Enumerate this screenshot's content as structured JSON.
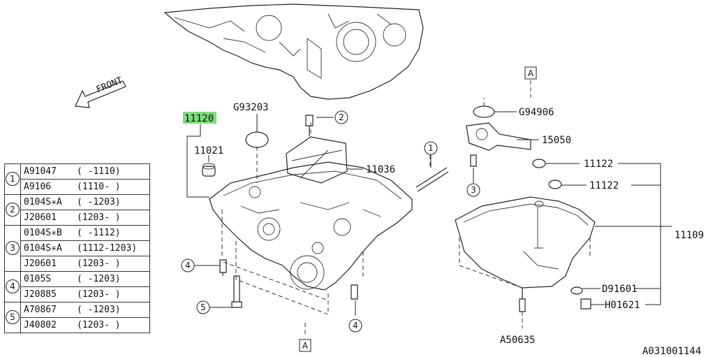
{
  "front_label": "FRONT",
  "highlight_color": "#7ddc7d",
  "callouts": {
    "p11120": "11120",
    "p11021": "11021",
    "g93203": "G93203",
    "p11036": "11036",
    "g94906": "G94906",
    "p15050": "15050",
    "p11122a": "11122",
    "p11122b": "11122",
    "p11109": "11109",
    "d91601": "D91601",
    "h01621": "H01621",
    "a50635": "A50635",
    "ref_a": "A",
    "n1": "1",
    "n2": "2",
    "n3": "3",
    "n4": "4",
    "n5": "5"
  },
  "image_code": "A031001144",
  "legend": [
    {
      "num": "1",
      "rows": [
        {
          "code": "A91047",
          "range": "( -1110)"
        },
        {
          "code": "A9106",
          "range": "(1110- )"
        }
      ]
    },
    {
      "num": "2",
      "rows": [
        {
          "code": "0104S✳A",
          "range": "( -1203)"
        },
        {
          "code": "J20601",
          "range": "(1203- )"
        }
      ]
    },
    {
      "num": "3",
      "rows": [
        {
          "code": "0104S✳B",
          "range": "( -1112)"
        },
        {
          "code": "0104S✳A",
          "range": "(1112-1203)"
        },
        {
          "code": "J20601",
          "range": "(1203- )"
        }
      ]
    },
    {
      "num": "4",
      "rows": [
        {
          "code": "0105S",
          "range": "( -1203)"
        },
        {
          "code": "J20885",
          "range": "(1203- )"
        }
      ]
    },
    {
      "num": "5",
      "rows": [
        {
          "code": "A70867",
          "range": "( -1203)"
        },
        {
          "code": "J40802",
          "range": "(1203- )"
        }
      ]
    }
  ]
}
